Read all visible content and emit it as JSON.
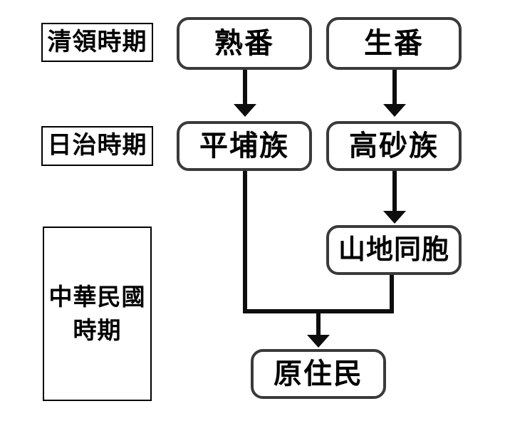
{
  "diagram": {
    "type": "flowchart",
    "description": "Historical terms for Taiwanese indigenous peoples across political periods",
    "periods": [
      {
        "id": "qing",
        "label": "清領時期"
      },
      {
        "id": "japanese-rule",
        "label": "日治時期"
      },
      {
        "id": "roc",
        "label": "中華民國時期",
        "line1": "中華民國",
        "line2": "時期"
      }
    ],
    "nodes": [
      {
        "id": "shufan",
        "label": "熟番",
        "period": "清領時期"
      },
      {
        "id": "shengfan",
        "label": "生番",
        "period": "清領時期"
      },
      {
        "id": "pingpu",
        "label": "平埔族",
        "period": "日治時期"
      },
      {
        "id": "takasago",
        "label": "高砂族",
        "period": "日治時期"
      },
      {
        "id": "shandi-tongbao",
        "label": "山地同胞",
        "period": "中華民國時期"
      },
      {
        "id": "yuanzhumin",
        "label": "原住民",
        "period": "中華民國時期"
      }
    ],
    "edges": [
      {
        "from": "熟番",
        "to": "平埔族",
        "arrow": true
      },
      {
        "from": "生番",
        "to": "高砂族",
        "arrow": true
      },
      {
        "from": "高砂族",
        "to": "山地同胞",
        "arrow": true
      },
      {
        "from": "平埔族",
        "to": "原住民",
        "arrow": true
      },
      {
        "from": "山地同胞",
        "to": "原住民",
        "arrow": true
      }
    ],
    "colors": {
      "background": "#ffffff",
      "node_border": "#3a3a3a",
      "label_border": "#000000",
      "connector": "#0d0d0d",
      "text": "#000000"
    }
  }
}
